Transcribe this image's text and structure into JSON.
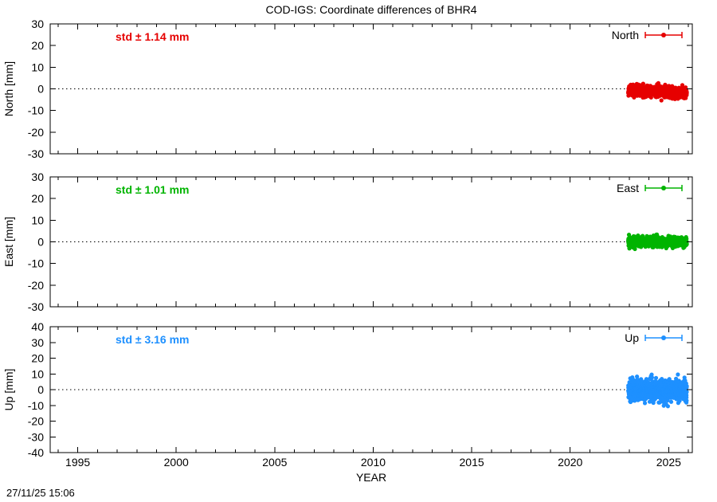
{
  "page": {
    "title": "COD-IGS: Coordinate differences of BHR4",
    "xlabel": "YEAR",
    "timestamp": "27/11/25 15:06"
  },
  "chart_data": [
    {
      "type": "scatter",
      "name": "North",
      "ylabel": "North [mm]",
      "legend_label": "North",
      "std_label": "std ± 1.14 mm",
      "std_mm": 1.14,
      "color": "#e60000",
      "ylim": [
        -30,
        30
      ],
      "ytick_step": 10,
      "xlim": [
        1993.6,
        2026.2
      ],
      "xticks_major": [
        1995,
        2000,
        2005,
        2010,
        2015,
        2020,
        2025
      ],
      "xtick_minor_step": 1,
      "show_x_tick_labels": false,
      "zero_line": 0,
      "cluster": {
        "x_start": 2022.95,
        "x_end": 2025.92,
        "points": 1050,
        "mean_start_mm": -0.6,
        "mean_end_mm": -2.0,
        "seed": 11
      }
    },
    {
      "type": "scatter",
      "name": "East",
      "ylabel": "East [mm]",
      "legend_label": "East",
      "std_label": "std ± 1.01 mm",
      "std_mm": 1.01,
      "color": "#00b400",
      "ylim": [
        -30,
        30
      ],
      "ytick_step": 10,
      "xlim": [
        1993.6,
        2026.2
      ],
      "xticks_major": [
        1995,
        2000,
        2005,
        2010,
        2015,
        2020,
        2025
      ],
      "xtick_minor_step": 1,
      "show_x_tick_labels": false,
      "zero_line": 0,
      "cluster": {
        "x_start": 2022.95,
        "x_end": 2025.92,
        "points": 1050,
        "mean_start_mm": 0.1,
        "mean_end_mm": -0.1,
        "seed": 22
      }
    },
    {
      "type": "scatter",
      "name": "Up",
      "ylabel": "Up [mm]",
      "legend_label": "Up",
      "std_label": "std ± 3.16 mm",
      "std_mm": 3.16,
      "color": "#1e90ff",
      "ylim": [
        -40,
        40
      ],
      "ytick_step": 10,
      "xlim": [
        1993.6,
        2026.2
      ],
      "xticks_major": [
        1995,
        2000,
        2005,
        2010,
        2015,
        2020,
        2025
      ],
      "xtick_minor_step": 1,
      "show_x_tick_labels": true,
      "zero_line": 0,
      "cluster": {
        "x_start": 2022.95,
        "x_end": 2025.92,
        "points": 1050,
        "mean_start_mm": -0.5,
        "mean_end_mm": -0.5,
        "seed": 33
      }
    }
  ]
}
